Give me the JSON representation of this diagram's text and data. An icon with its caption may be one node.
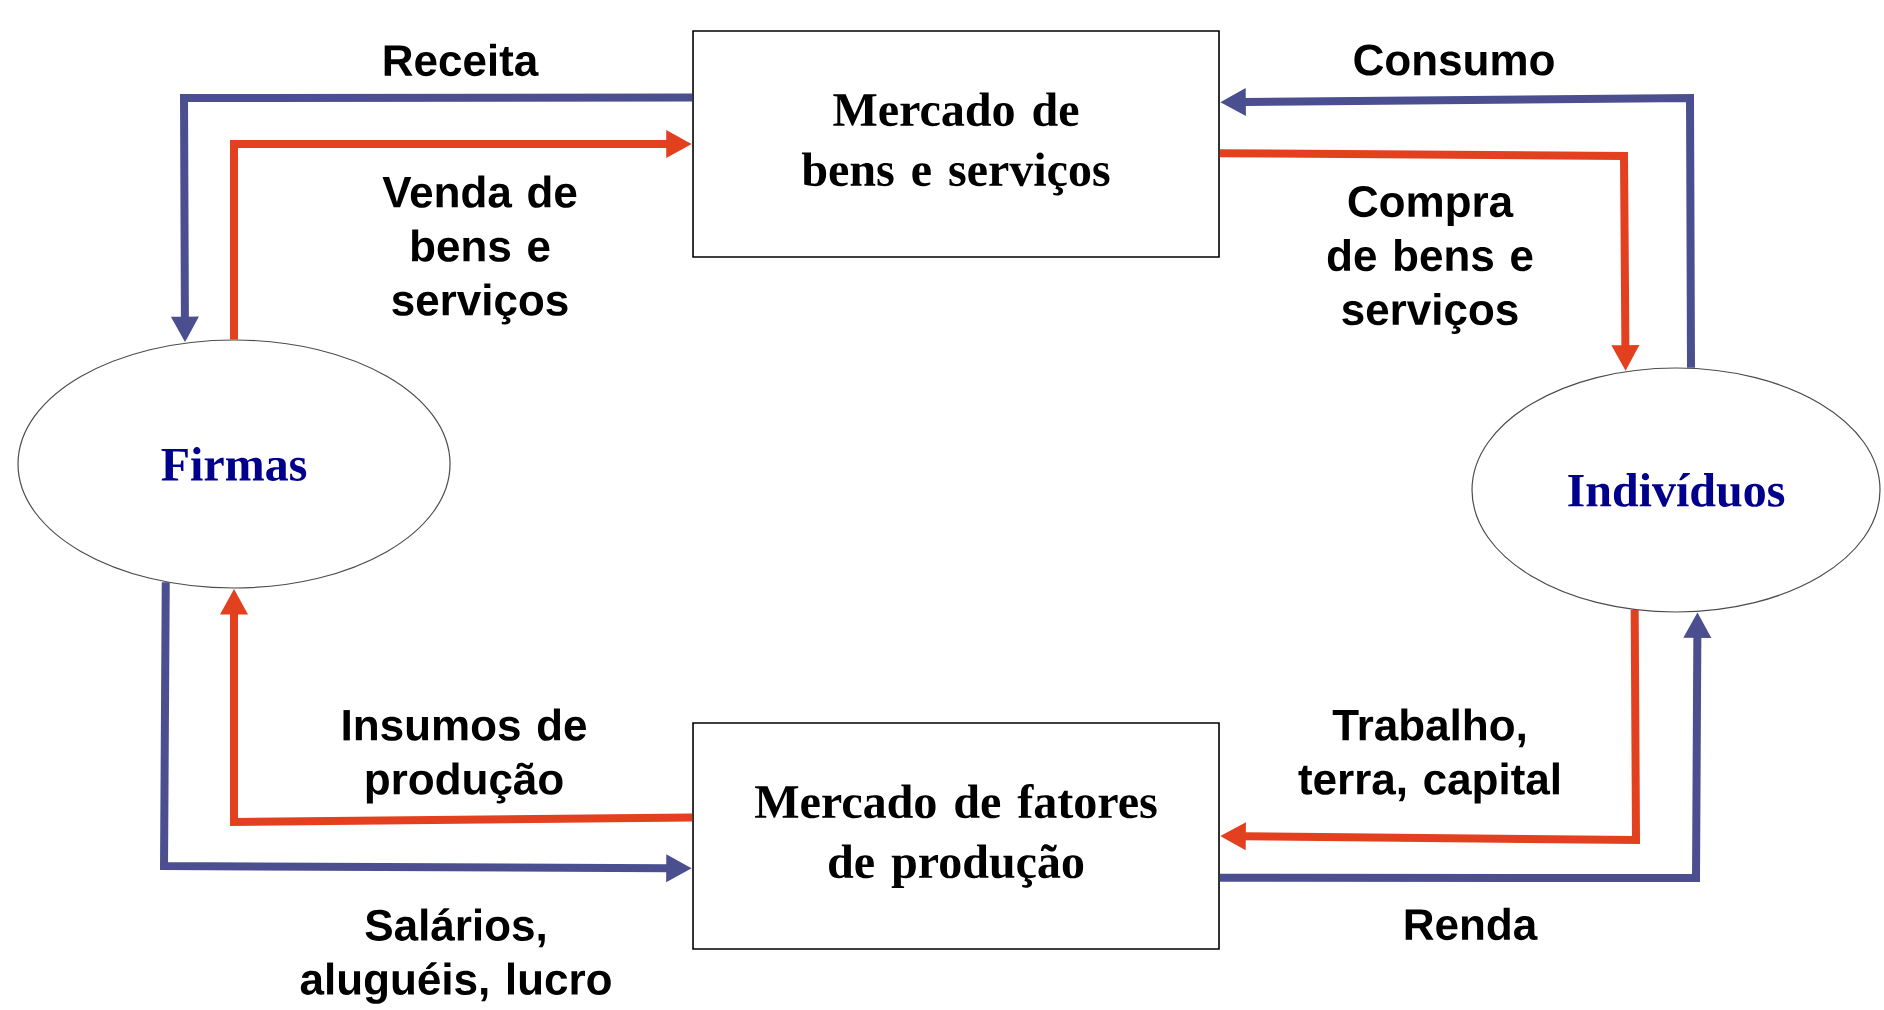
{
  "diagram": {
    "nodes": [
      {
        "text": [
          "Mercado de bens e serviços"
        ]
      },
      {
        "text": [
          "Firmas"
        ]
      },
      {
        "text": [
          "Indivíduos"
        ]
      },
      {
        "text": [
          "Mercado de fatores de produção"
        ]
      }
    ],
    "edges": [
      {
        "from": 0,
        "to": 1,
        "arrow": "to",
        "label": "Receita",
        "color": "#4b4f8f"
      },
      {
        "from": 1,
        "to": 0,
        "arrow": "to",
        "label": "Venda de bens e serviços",
        "color": "#e2401f"
      },
      {
        "from": 2,
        "to": 0,
        "arrow": "to",
        "label": "Consumo",
        "color": "#4b4f8f"
      },
      {
        "from": 0,
        "to": 2,
        "arrow": "to",
        "label": "Compra de bens e serviços",
        "color": "#e2401f"
      },
      {
        "from": 3,
        "to": 1,
        "arrow": "to",
        "label": "Insumos de produção",
        "color": "#e2401f"
      },
      {
        "from": 1,
        "to": 3,
        "arrow": "to",
        "label": "Salários, aluguéis, lucro",
        "color": "#4b4f8f"
      },
      {
        "from": 2,
        "to": 3,
        "arrow": "to",
        "label": "Trabalho, terra, capital",
        "color": "#e2401f"
      },
      {
        "from": 3,
        "to": 2,
        "arrow": "to",
        "label": "Renda",
        "color": "#4b4f8f"
      }
    ]
  }
}
